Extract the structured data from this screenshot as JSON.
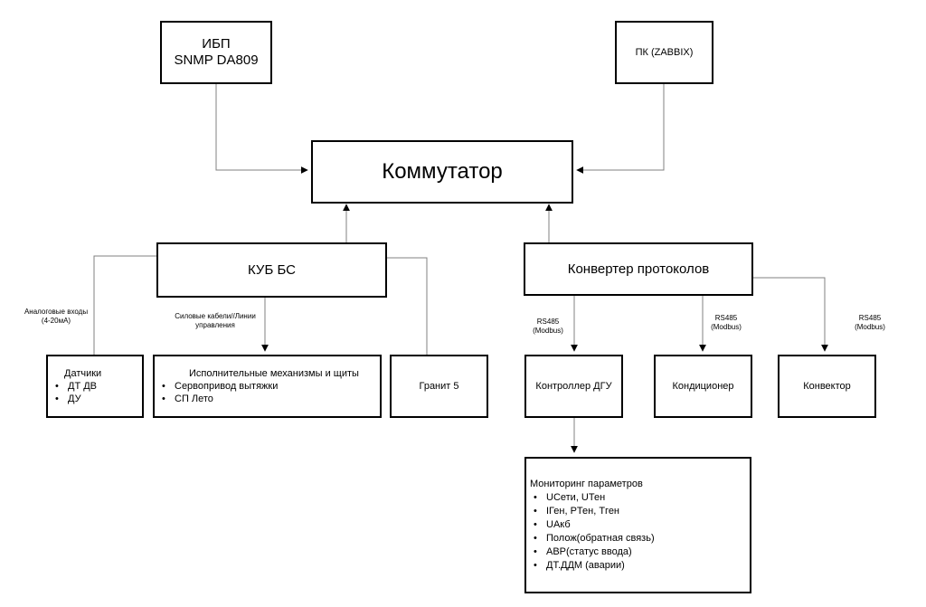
{
  "nodes": {
    "ups": {
      "line1": "ИБП",
      "line2": "SNMP DA809"
    },
    "pc": {
      "label": "ПК (ZABBIX)"
    },
    "switch": {
      "label": "Коммутатор"
    },
    "kub": {
      "label": "КУБ БС"
    },
    "converter": {
      "label": "Конвертер протоколов"
    },
    "sensors": {
      "title": "Датчики",
      "items": [
        "ДТ ДВ",
        "ДУ"
      ]
    },
    "actuators": {
      "title": "Исполнительные механизмы и щиты",
      "items": [
        "Сервопривод вытяжки",
        "СП Лето"
      ]
    },
    "granit": {
      "label": "Гранит 5"
    },
    "dgu": {
      "label": "Контроллер ДГУ"
    },
    "conditioner": {
      "label": "Кондиционер"
    },
    "convector": {
      "label": "Конвектор"
    },
    "monitoring": {
      "title": "Мониторинг параметров",
      "items": [
        "UСети, UТен",
        "IГен, PТен, Тген",
        "UАкб",
        "Полож(обратная связь)",
        "АВР(статус ввода)",
        "ДТ.ДДМ (аварии)"
      ]
    }
  },
  "edge_labels": {
    "analog": {
      "line1": "Аналоговые входы",
      "line2": "(4-20мА)"
    },
    "power": {
      "line1": "Силовые кабели//Линии",
      "line2": "управления"
    },
    "rs485_1": {
      "line1": "RS485",
      "line2": "(Modbus)"
    },
    "rs485_2": {
      "line1": "RS485",
      "line2": "(Modbus)"
    },
    "rs485_3": {
      "line1": "RS485",
      "line2": "(Modbus)"
    }
  }
}
